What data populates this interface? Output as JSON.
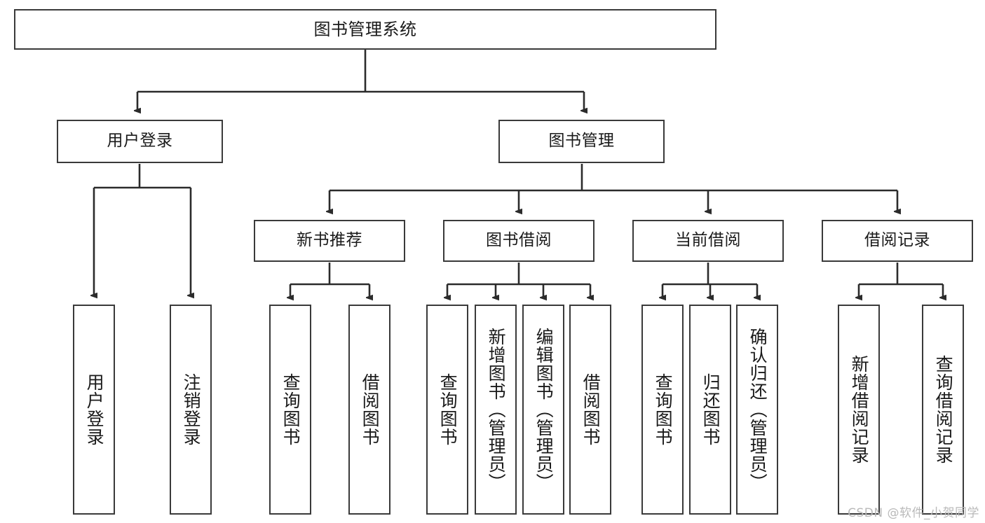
{
  "diagram": {
    "type": "hierarchy-tree",
    "title": "图书管理系统",
    "watermark": "CSDN @软件_小贺同学",
    "colors": {
      "background": "#ffffff",
      "box_border": "#3a3a3a",
      "box_fill": "#ffffff",
      "text": "#1a1a1a",
      "connector": "#2b2b2b",
      "watermark": "#b9b9b9"
    },
    "levels": {
      "root": {
        "label": "图书管理系统"
      },
      "level2": [
        {
          "label": "用户登录"
        },
        {
          "label": "图书管理"
        }
      ],
      "level3": [
        {
          "label": "新书推荐"
        },
        {
          "label": "图书借阅"
        },
        {
          "label": "当前借阅"
        },
        {
          "label": "借阅记录"
        }
      ],
      "leaves_user_login": [
        {
          "label": "用户登录"
        },
        {
          "label": "注销登录"
        }
      ],
      "leaves_new_book": [
        {
          "label": "查询图书"
        },
        {
          "label": "借阅图书"
        }
      ],
      "leaves_borrow": [
        {
          "label": "查询图书"
        },
        {
          "label": "新增图书（管理员）"
        },
        {
          "label": "编辑图书（管理员）"
        },
        {
          "label": "借阅图书"
        }
      ],
      "leaves_current": [
        {
          "label": "查询图书"
        },
        {
          "label": "归还图书"
        },
        {
          "label": "确认归还（管理员）"
        }
      ],
      "leaves_records": [
        {
          "label": "新增借阅记录"
        },
        {
          "label": "查询借阅记录"
        }
      ]
    }
  }
}
